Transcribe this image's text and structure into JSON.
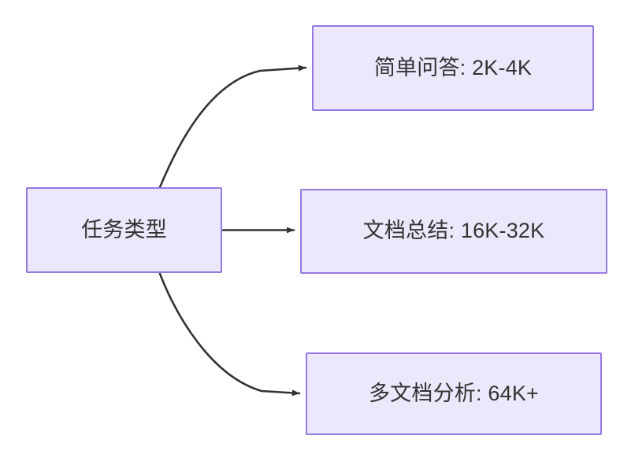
{
  "diagram": {
    "type": "flowchart",
    "direction": "left-to-right",
    "background_color": "#ffffff",
    "node_fill_color": "#ebe8fb",
    "node_border_color": "#9579e0",
    "node_text_color": "#333333",
    "edge_color": "#333333",
    "nodes": [
      {
        "id": "root",
        "label": "任务类型",
        "role": "source"
      },
      {
        "id": "simple-qa",
        "label": "简单问答: 2K-4K",
        "role": "target"
      },
      {
        "id": "doc-sum",
        "label": "文档总结: 16K-32K",
        "role": "target"
      },
      {
        "id": "multi-doc",
        "label": "多文档分析: 64K+",
        "role": "target"
      }
    ],
    "edges": [
      {
        "from": "root",
        "to": "simple-qa",
        "label": "",
        "style": "curved-arrow"
      },
      {
        "from": "root",
        "to": "doc-sum",
        "label": "",
        "style": "straight-arrow"
      },
      {
        "from": "root",
        "to": "multi-doc",
        "label": "",
        "style": "curved-arrow"
      }
    ]
  }
}
